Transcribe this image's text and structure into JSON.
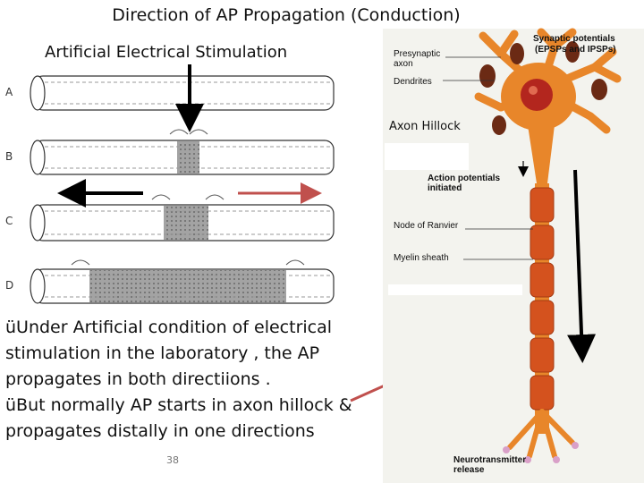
{
  "title": "Direction of AP Propagation (Conduction)",
  "subtitle": "Artificial Electrical Stimulation",
  "axon_hillock_label": "Axon Hillock",
  "row_labels": [
    "A",
    "B",
    "C",
    "D"
  ],
  "bullets": [
    "üUnder Artificial condition of electrical stimulation in the laboratory , the AP propagates in both directiions .",
    "üBut normally AP starts in axon hillock & propagates distally in one directions"
  ],
  "page_number": "38",
  "neuron_labels": {
    "synaptic_potentials": "Synaptic potentials",
    "synaptic_potentials_sub": "(EPSPs and IPSPs)",
    "presynaptic": "Presynaptic",
    "axon": "axon",
    "dendrites": "Dendrites",
    "action_potentials": "Action potentials",
    "initiated": "initiated",
    "node_of_ranvier": "Node of Ranvier",
    "myelin_sheath": "Myelin sheath",
    "neurotransmitter": "Neurotransmitter",
    "release": "release"
  },
  "colors": {
    "axon_orange": "#e8862a",
    "myelin_red": "#d4521e",
    "nucleus_red": "#b3261e",
    "red_arrow": "#c0504d",
    "black_arrow": "#000000",
    "grey_fill": "#9a9a9a"
  }
}
